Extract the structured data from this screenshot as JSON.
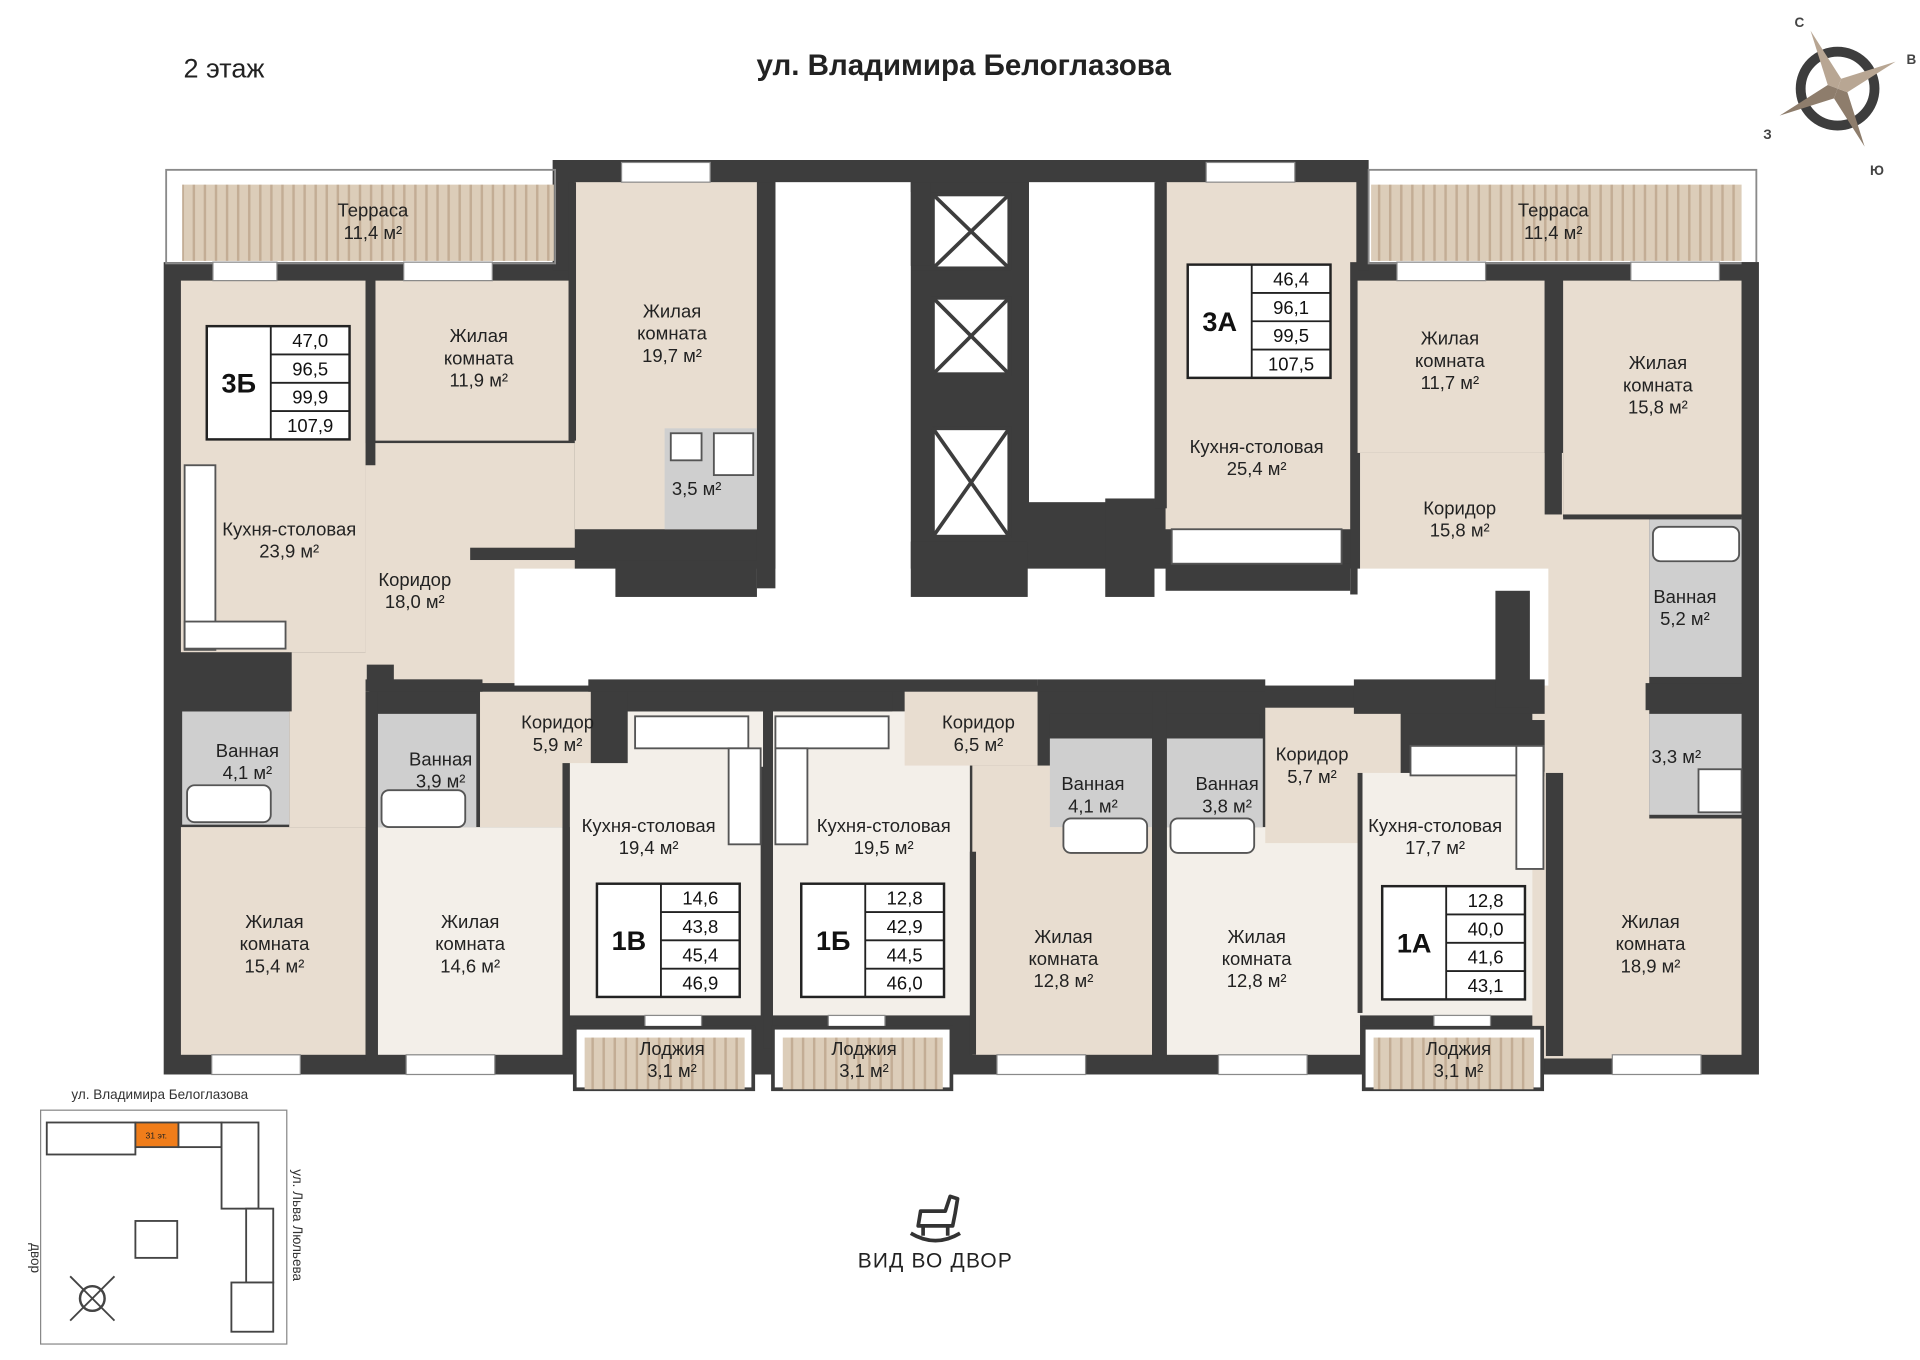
{
  "header": {
    "floor": "2 этаж",
    "street": "ул. Владимира Белоглазова"
  },
  "compass": {
    "n": "С",
    "e": "В",
    "s": "Ю",
    "w": "З"
  },
  "view_label": "ВИД ВО ДВОР",
  "rooms": {
    "terrace_left": [
      "Терраса",
      "11,4 м²"
    ],
    "terrace_right": [
      "Терраса",
      "11,4 м²"
    ],
    "zh_11_9": [
      "Жилая",
      "комната",
      "11,9 м²"
    ],
    "zh_19_7": [
      "Жилая",
      "комната",
      "19,7 м²"
    ],
    "bath_3_5": [
      "3,5 м²"
    ],
    "kitchen_23_9": [
      "Кухня-столовая",
      "23,9 м²"
    ],
    "corr_18_0": [
      "Коридор",
      "18,0 м²"
    ],
    "bath_4_1_l": [
      "Ванная",
      "4,1 м²"
    ],
    "zh_15_4": [
      "Жилая",
      "комната",
      "15,4 м²"
    ],
    "bath_3_9": [
      "Ванная",
      "3,9 м²"
    ],
    "zh_14_6": [
      "Жилая",
      "комната",
      "14,6 м²"
    ],
    "corr_5_9": [
      "Коридор",
      "5,9 м²"
    ],
    "kitchen_19_4": [
      "Кухня-столовая",
      "19,4 м²"
    ],
    "loggia_1": [
      "Лоджия",
      "3,1 м²"
    ],
    "kitchen_19_5": [
      "Кухня-столовая",
      "19,5 м²"
    ],
    "loggia_2": [
      "Лоджия",
      "3,1 м²"
    ],
    "corr_6_5": [
      "Коридор",
      "6,5 м²"
    ],
    "bath_4_1_m": [
      "Ванная",
      "4,1 м²"
    ],
    "zh_12_8_a": [
      "Жилая",
      "комната",
      "12,8 м²"
    ],
    "bath_3_8": [
      "Ванная",
      "3,8 м²"
    ],
    "zh_12_8_b": [
      "Жилая",
      "комната",
      "12,8 м²"
    ],
    "corr_5_7": [
      "Коридор",
      "5,7 м²"
    ],
    "kitchen_17_7": [
      "Кухня-столовая",
      "17,7 м²"
    ],
    "loggia_3": [
      "Лоджия",
      "3,1 м²"
    ],
    "kitchen_25_4": [
      "Кухня-столовая",
      "25,4 м²"
    ],
    "zh_11_7": [
      "Жилая",
      "комната",
      "11,7 м²"
    ],
    "zh_15_8": [
      "Жилая",
      "комната",
      "15,8 м²"
    ],
    "corr_15_8": [
      "Коридор",
      "15,8 м²"
    ],
    "bath_5_2": [
      "Ванная",
      "5,2 м²"
    ],
    "bath_3_3": [
      "3,3 м²"
    ],
    "zh_18_9": [
      "Жилая",
      "комната",
      "18,9 м²"
    ]
  },
  "apartments": [
    {
      "id": "3Б",
      "values": [
        "47,0",
        "96,5",
        "99,9",
        "107,9"
      ]
    },
    {
      "id": "3А",
      "values": [
        "46,4",
        "96,1",
        "99,5",
        "107,5"
      ]
    },
    {
      "id": "1В",
      "values": [
        "14,6",
        "43,8",
        "45,4",
        "46,9"
      ]
    },
    {
      "id": "1Б",
      "values": [
        "12,8",
        "42,9",
        "44,5",
        "46,0"
      ]
    },
    {
      "id": "1А",
      "values": [
        "12,8",
        "40,0",
        "41,6",
        "43,1"
      ]
    }
  ],
  "keymap": {
    "street_top": "ул. Владимира Белоглазова",
    "street_right": "ул. Льва Люльева",
    "left_label": "двор",
    "section": "31 эт."
  },
  "colors": {
    "wall": "#3d3d3d",
    "room_beige": "#e8ddd0",
    "room_light": "#f3efe9",
    "bath": "#cfcfcf",
    "terrace": "#d9c9b5",
    "accent_section": "#f07d1a"
  }
}
